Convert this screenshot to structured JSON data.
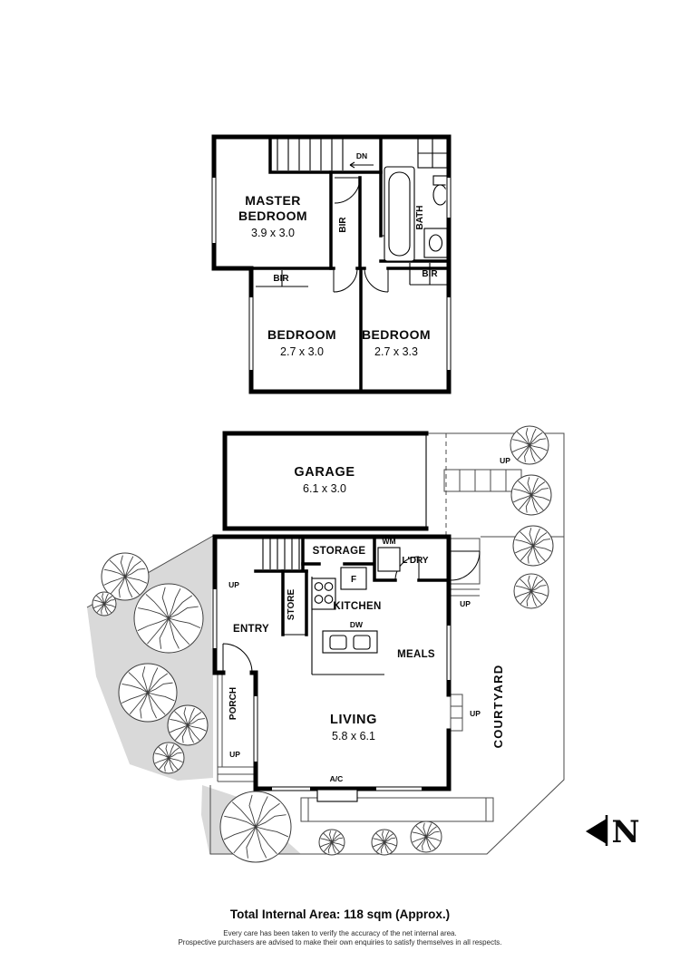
{
  "upper_floor": {
    "master_bedroom_line1": "MASTER",
    "master_bedroom_line2": "BEDROOM",
    "master_bedroom_dims": "3.9 x 3.0",
    "master_bir": "BIR",
    "stairs_dn": "DN",
    "bath": "BATH",
    "hall_bir": "BIR",
    "right_bir": "BIR",
    "bedroom_left_name": "BEDROOM",
    "bedroom_left_dims": "2.7 x 3.0",
    "bedroom_right_name": "BEDROOM",
    "bedroom_right_dims": "2.7 x 3.3"
  },
  "ground_floor": {
    "garage_name": "GARAGE",
    "garage_dims": "6.1 x 3.0",
    "up_garage_steps": "UP",
    "storage": "STORAGE",
    "wm": "WM",
    "laundry": "L'DRY",
    "up_stairs": "UP",
    "store": "STORE",
    "fridge": "F",
    "kitchen": "KITCHEN",
    "entry": "ENTRY",
    "dishwasher": "DW",
    "meals": "MEALS",
    "up_laundry_steps": "UP",
    "porch": "PORCH",
    "up_porch": "UP",
    "living_name": "LIVING",
    "living_dims": "5.8 x 6.1",
    "up_living_steps": "UP",
    "ac": "A/C",
    "courtyard": "COURTYARD"
  },
  "compass": {
    "north": "N"
  },
  "footer": {
    "total_area": "Total Internal Area: 118 sqm (Approx.)",
    "disclaimer_line1": "Every care has been taken to verify the accuracy of the net internal area.",
    "disclaimer_line2": "Prospective purchasers are advised to make their own enquiries to satisfy themselves in all respects."
  }
}
